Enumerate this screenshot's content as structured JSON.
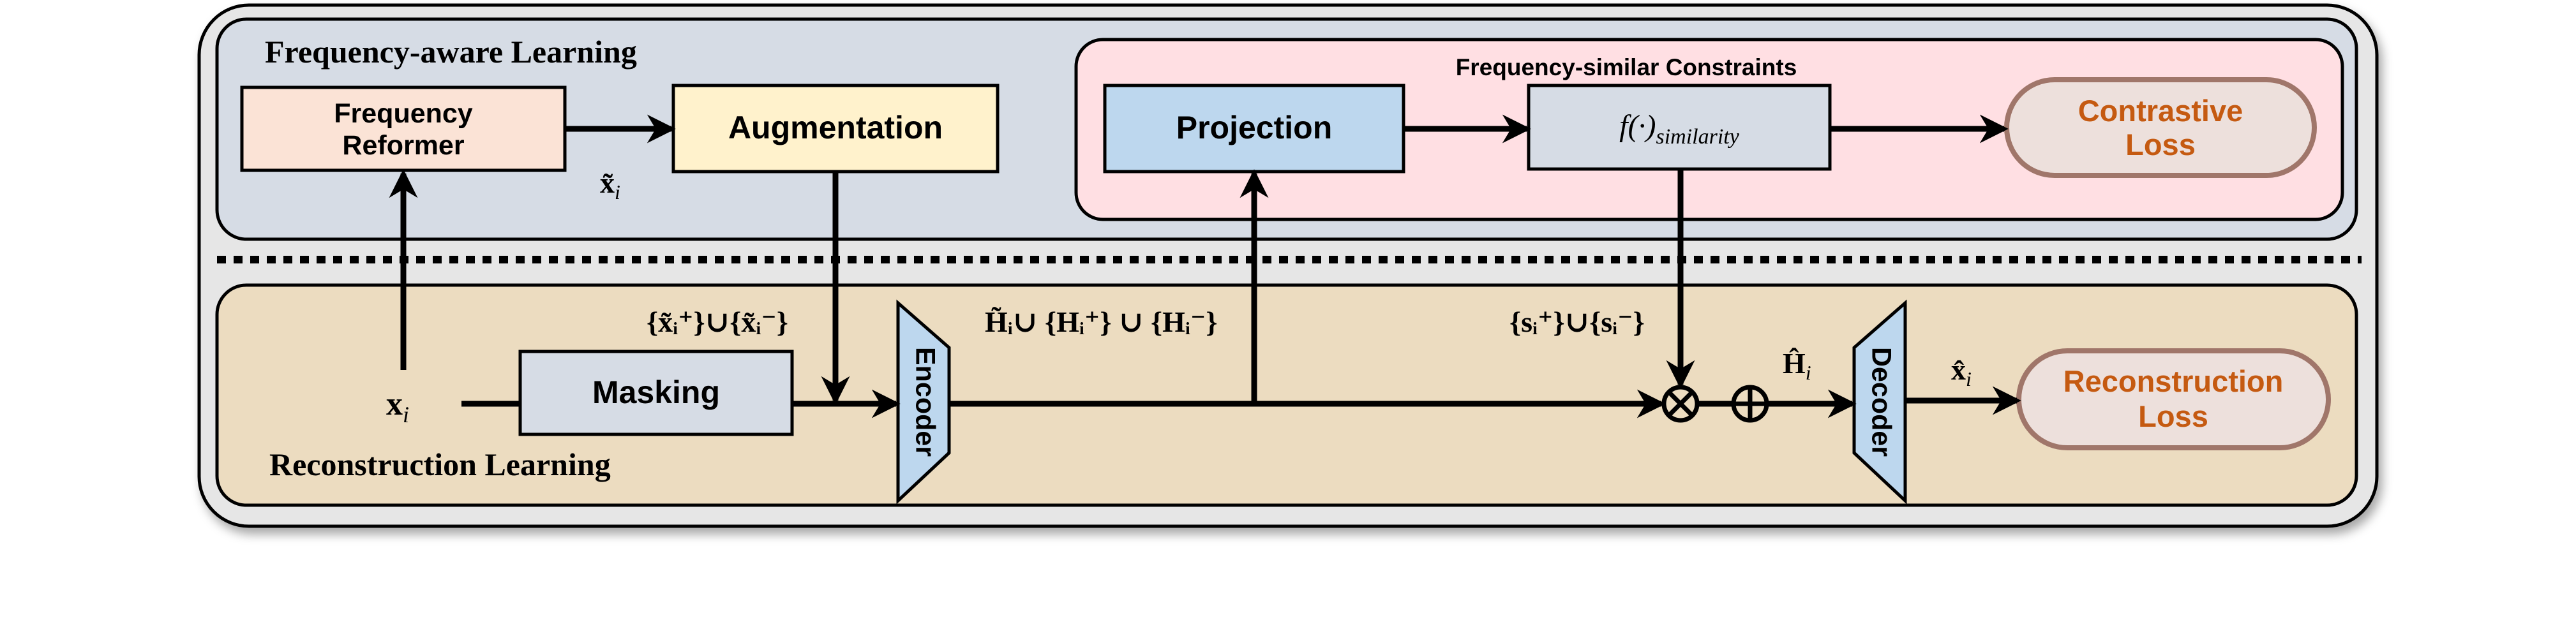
{
  "sections": {
    "frequency_aware": "Frequency-aware Learning",
    "reconstruction": "Reconstruction Learning",
    "constraints": "Frequency-similar Constraints"
  },
  "blocks": {
    "frequency_reformer_line1": "Frequency",
    "frequency_reformer_line2": "Reformer",
    "augmentation": "Augmentation",
    "projection": "Projection",
    "similarity_fn_prefix": "f(·)",
    "similarity_fn_sub": "similarity",
    "contrastive_loss_line1": "Contrastive",
    "contrastive_loss_line2": "Loss",
    "masking": "Masking",
    "encoder": "Encoder",
    "decoder": "Decoder",
    "reconstruction_loss_line1": "Reconstruction",
    "reconstruction_loss_line2": "Loss"
  },
  "labels": {
    "augmented_x": "x̃",
    "augmented_x_sub": "i",
    "input_x": "x",
    "input_x_sub": "i",
    "masked_sets": "{x̃ᵢ⁺}∪{x̃ᵢ⁻}",
    "hidden_sets": "H̃ᵢ∪ {Hᵢ⁺} ∪ {Hᵢ⁻}",
    "similarity_sets": "{sᵢ⁺}∪{sᵢ⁻}",
    "hidden_hat": "Ĥ",
    "hidden_hat_sub": "i",
    "output_x": "x̂",
    "output_x_sub": "i"
  },
  "colors": {
    "outer_bg": "#e6e6e6",
    "freq_panel": "#d6dce5",
    "recon_panel": "#ecdcc0",
    "constraint_panel": "#ffdfe3",
    "reformer_fill": "#fbe3d6",
    "augmentation_fill": "#fff2cc",
    "projection_fill": "#bdd7ee",
    "similarity_fill": "#d6dce5",
    "masking_fill": "#d6dce5",
    "encoder_fill": "#bdd7ee",
    "loss_fill": "#ede0dc",
    "loss_border": "#a0766a",
    "loss_text": "#c55a11"
  }
}
